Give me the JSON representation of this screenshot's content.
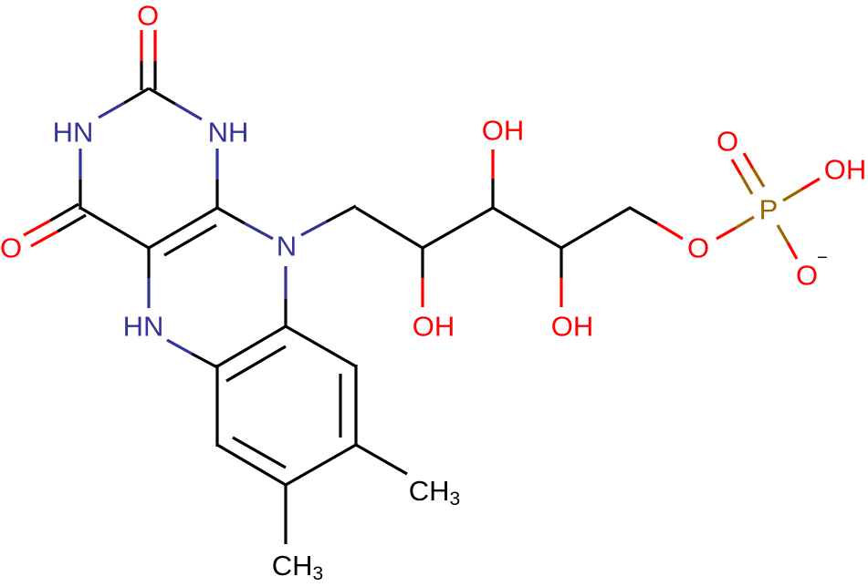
{
  "molecule": {
    "atoms": {
      "o_c2": "O",
      "n3": "HN",
      "n1": "NH",
      "o_c4": "O",
      "n10": "N",
      "n5": "HN",
      "ch3_a": "CH",
      "ch3_a_sub": "3",
      "ch3_b": "CH",
      "ch3_b_sub": "3",
      "oh_2": "OH",
      "oh_3": "OH",
      "oh_4": "OH",
      "o_ester": "O",
      "p": "P",
      "o_double": "O",
      "oh_p": "OH",
      "o_minus": "O",
      "charge": "−"
    },
    "colors": {
      "carbon": "#000000",
      "nitrogen": "#333399",
      "oxygen": "#ff0000",
      "phosphorus": "#9a6600"
    }
  }
}
